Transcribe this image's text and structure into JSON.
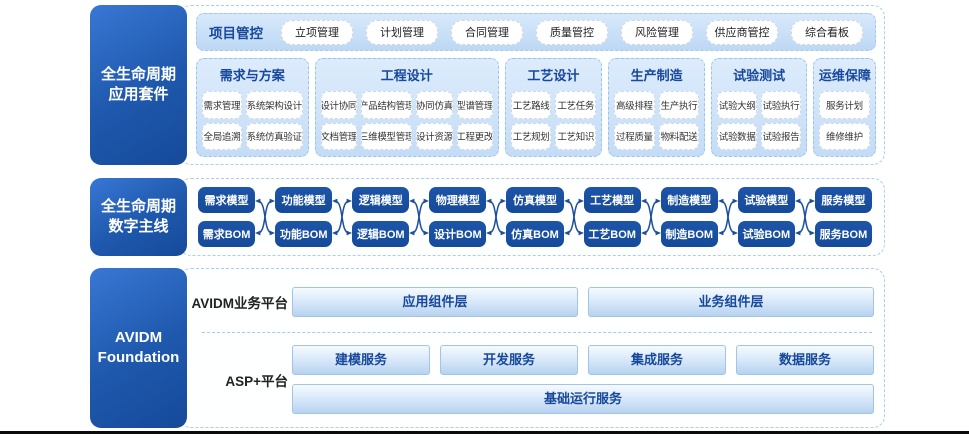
{
  "colors": {
    "accent_dark_blue": "#17489c",
    "box_navy": "#164a9a",
    "panel_light_blue": "#cfe3f8",
    "band_border": "#aecdec",
    "bottom_rule": "#0b0b0b"
  },
  "suite": {
    "label_lines": [
      "全生命周期",
      "应用套件"
    ],
    "project_row": {
      "title": "项目管控",
      "buttons": [
        "立项管理",
        "计划管理",
        "合同管理",
        "质量管控",
        "风险管理",
        "供应商管控",
        "综合看板"
      ]
    },
    "columns": [
      {
        "title": "需求与方案",
        "rows": [
          [
            "需求管理",
            "系统架构设计"
          ],
          [
            "全局追溯",
            "系统仿真验证"
          ]
        ]
      },
      {
        "title": "工程设计",
        "rows": [
          [
            "设计协同",
            "产品结构管理",
            "协同仿真",
            "型谱管理"
          ],
          [
            "文档管理",
            "三维模型管理",
            "设计资源",
            "工程更改"
          ]
        ]
      },
      {
        "title": "工艺设计",
        "rows": [
          [
            "工艺路线",
            "工艺任务"
          ],
          [
            "工艺规划",
            "工艺知识"
          ]
        ]
      },
      {
        "title": "生产制造",
        "rows": [
          [
            "高级排程",
            "生产执行"
          ],
          [
            "过程质量",
            "物料配送"
          ]
        ]
      },
      {
        "title": "试验测试",
        "rows": [
          [
            "试验大纲",
            "试验执行"
          ],
          [
            "试验数据",
            "试验报告"
          ]
        ]
      },
      {
        "title": "运维保障",
        "rows": [
          [
            "服务计划"
          ],
          [
            "维修维护"
          ]
        ]
      }
    ]
  },
  "thread": {
    "label_lines": [
      "全生命周期",
      "数字主线"
    ],
    "pairs": [
      {
        "model": "需求模型",
        "bom": "需求BOM"
      },
      {
        "model": "功能模型",
        "bom": "功能BOM"
      },
      {
        "model": "逻辑模型",
        "bom": "逻辑BOM"
      },
      {
        "model": "物理模型",
        "bom": "设计BOM"
      },
      {
        "model": "仿真模型",
        "bom": "仿真BOM"
      },
      {
        "model": "工艺模型",
        "bom": "工艺BOM"
      },
      {
        "model": "制造模型",
        "bom": "制造BOM"
      },
      {
        "model": "试验模型",
        "bom": "试验BOM"
      },
      {
        "model": "服务模型",
        "bom": "服务BOM"
      }
    ]
  },
  "foundation": {
    "label_lines": [
      "AVIDM",
      "Foundation"
    ],
    "rows": [
      {
        "label": "AVIDM业务平台",
        "bars": [
          "应用组件层",
          "业务组件层"
        ]
      },
      {
        "label": "ASP+平台",
        "bars": [
          "建模服务",
          "开发服务",
          "集成服务",
          "数据服务"
        ],
        "wide_bar": "基础运行服务"
      }
    ]
  }
}
